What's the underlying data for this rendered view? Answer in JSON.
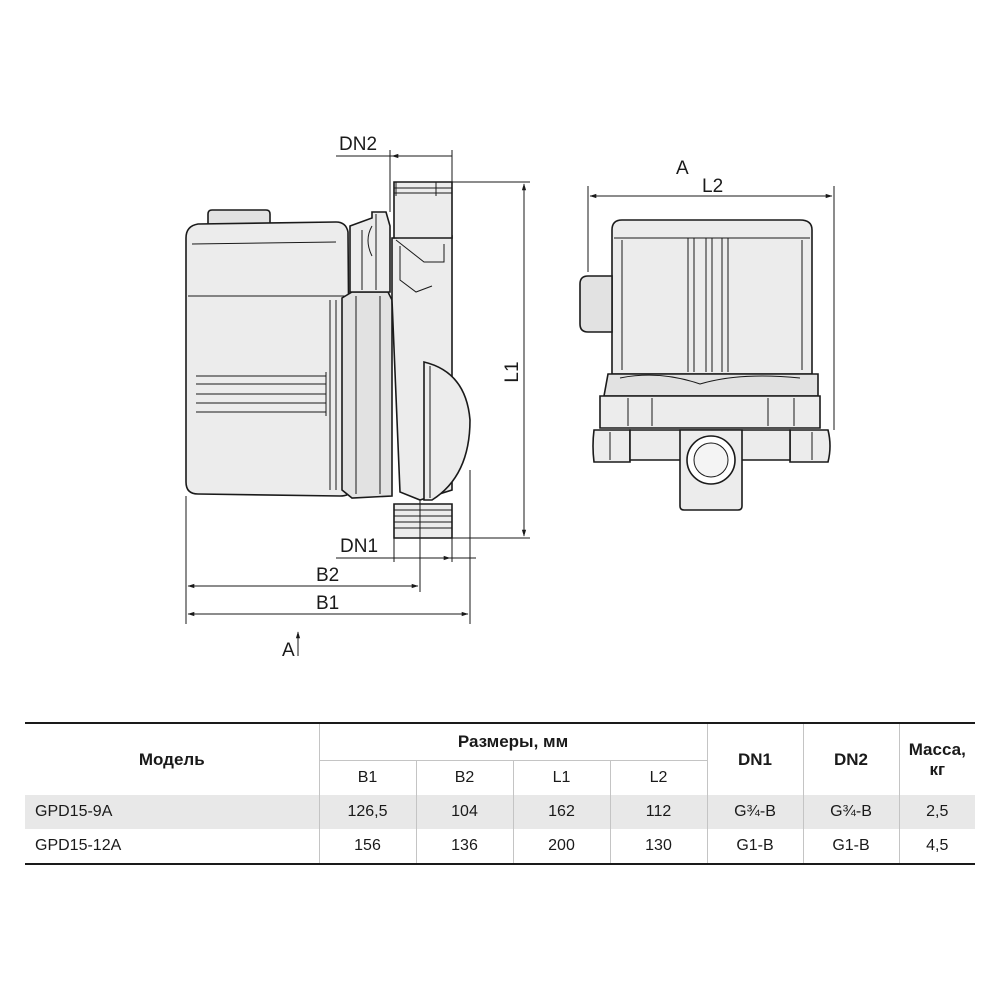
{
  "drawing": {
    "labels": {
      "dn2": "DN2",
      "dn1": "DN1",
      "l1": "L1",
      "l2": "L2",
      "b1": "B1",
      "b2": "B2",
      "view_a_top": "A",
      "view_a_bottom": "A"
    }
  },
  "table": {
    "header": {
      "model": "Модель",
      "dimensions_group": "Размеры, мм",
      "dn1": "DN1",
      "dn2": "DN2",
      "mass": "Масса, кг"
    },
    "subheader": [
      "B1",
      "B2",
      "L1",
      "L2"
    ],
    "rows": [
      {
        "model": "GPD15-9A",
        "b1": "126,5",
        "b2": "104",
        "l1": "162",
        "l2": "112",
        "dn1": "G¾-B",
        "dn2": "G¾-B",
        "mass": "2,5"
      },
      {
        "model": "GPD15-12A",
        "b1": "156",
        "b2": "136",
        "l1": "200",
        "l2": "130",
        "dn1": "G1-B",
        "dn2": "G1-B",
        "mass": "4,5"
      }
    ]
  }
}
